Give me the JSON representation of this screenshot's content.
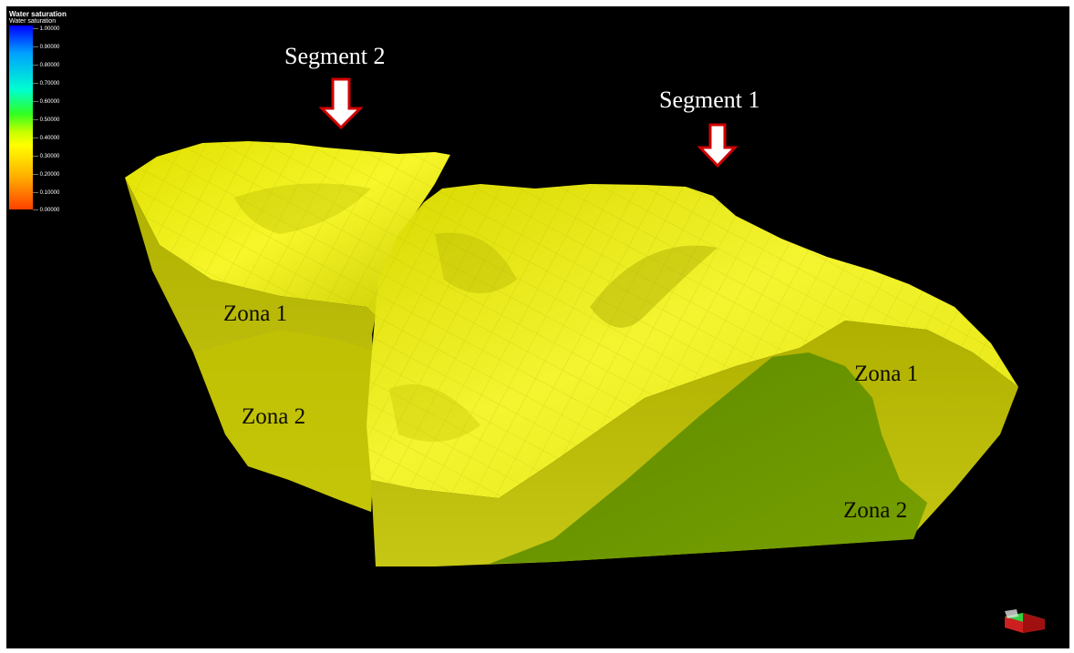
{
  "legend": {
    "title": "Water saturation",
    "subtitle": "Water saturation",
    "ticks": [
      "1.00000",
      "0.90000",
      "0.80000",
      "0.70000",
      "0.60000",
      "0.50000",
      "0.40000",
      "0.30000",
      "0.20000",
      "0.10000",
      "0.00000"
    ],
    "gradient_colors": [
      "#0000ff",
      "#00a0ff",
      "#00ffd0",
      "#30ff20",
      "#c8ff00",
      "#ffff00",
      "#ffb000",
      "#ff4000"
    ]
  },
  "annotations": {
    "segment_2": "Segment 2",
    "segment_1": "Segment 1",
    "left_zona_1": "Zona 1",
    "left_zona_2": "Zona 2",
    "right_zona_1": "Zona 1",
    "right_zona_2": "Zona 2"
  },
  "colors": {
    "background": "#000000",
    "surface": "#e8e800",
    "zone1_side": "#a8a800",
    "zone2_side": "#6b8e00",
    "arrow_fill": "#ffffff",
    "arrow_stroke": "#d00000"
  },
  "icons": {
    "orientation": "orientation-cube-icon",
    "arrow": "down-arrow-icon"
  }
}
